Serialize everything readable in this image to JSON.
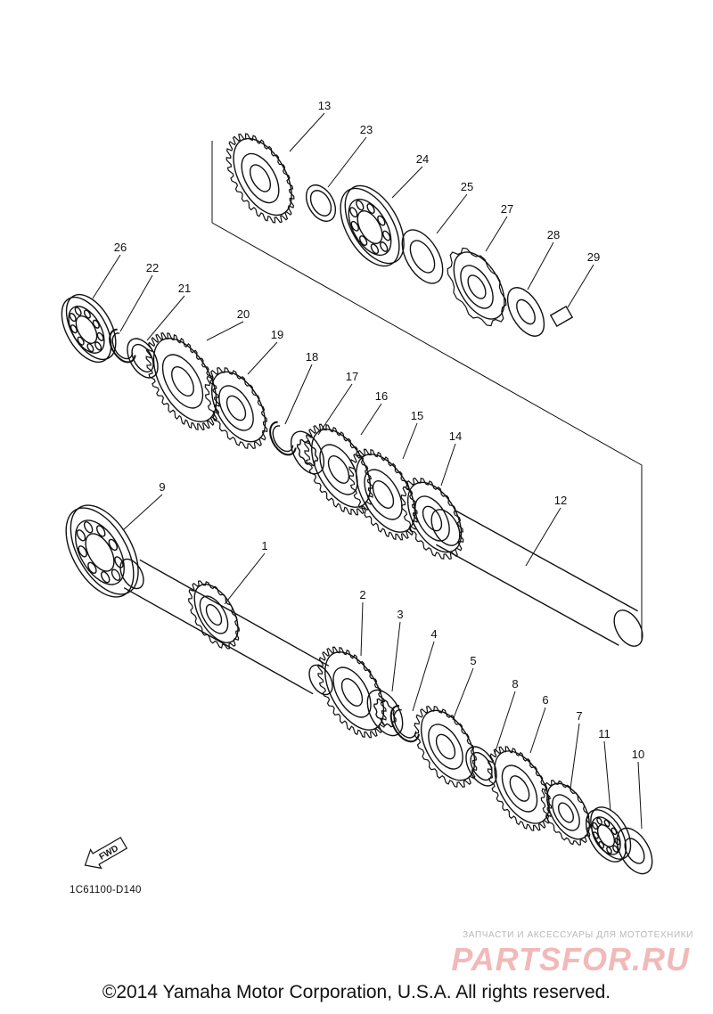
{
  "callouts": [
    "1",
    "2",
    "3",
    "4",
    "5",
    "6",
    "7",
    "8",
    "9",
    "10",
    "11",
    "12",
    "13",
    "14",
    "15",
    "16",
    "17",
    "18",
    "19",
    "20",
    "21",
    "22",
    "23",
    "24",
    "25",
    "26",
    "27",
    "28",
    "29"
  ],
  "fwd_label": "FWD",
  "part_number": "1C61100-D140",
  "watermark": {
    "caption": "ЗАПЧАСТИ И АКСЕССУАРЫ ДЛЯ МОТОТЕХНИКИ",
    "logo": "PARTSFOR.RU"
  },
  "copyright": "©2014 Yamaha Motor Corporation, U.S.A. All rights reserved.",
  "colors": {
    "line": "#111111",
    "watermark_logo": "#f2b9b9",
    "watermark_caption": "#b9b9b9"
  }
}
